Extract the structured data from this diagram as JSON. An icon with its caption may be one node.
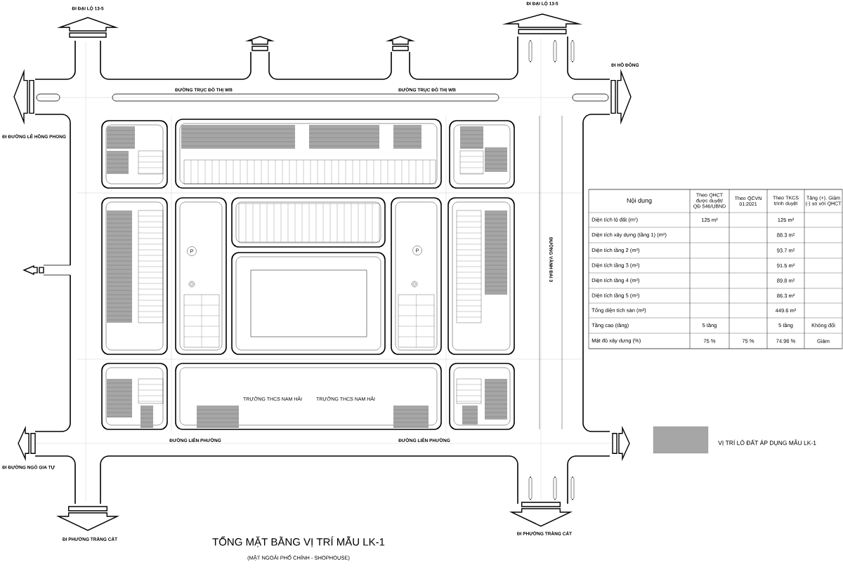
{
  "diagram": {
    "title": "TỔNG MẶT BẰNG VỊ TRÍ MẪU LK-1",
    "caption": "(MẶT NGOẢI PHỐ CHÍNH - SHOPHOUSE)",
    "labels": [
      "ĐI ĐẠI LỘ 13-5",
      "ĐI ĐẠI LỘ 13-5",
      "ĐI HỒ ĐÔNG",
      "ĐI ĐƯỜNG LÊ HỒNG PHONG",
      "ĐƯỜNG TRỤC ĐÔ THỊ WB",
      "ĐƯỜNG TRỤC ĐÔ THỊ WB",
      "P",
      "P",
      "ĐƯỜNG VÀNH ĐAI 3",
      "TRƯỜNG THCS NAM HẢI",
      "TRƯỜNG THCS NAM HẢI",
      "ĐƯỜNG LIÊN PHƯỜNG",
      "ĐƯỜNG LIÊN PHƯỜNG",
      "ĐI ĐƯỜNG NGÔ GIA TỰ",
      "ĐI PHƯỜNG TRÀNG CÁT",
      "ĐI PHƯỜNG TRÀNG CÁT",
      "Nội dung",
      "Theo QHCT được duyệt/ QĐ 546/UBND",
      "Theo QCVN 01:2021",
      "Theo TKCS trình duyệt",
      "Tăng (+), Giảm (-) so với QHCT",
      "Diện tích lô đất (m²)",
      "125 m²",
      "125 m²",
      "Diện tích xây dựng (tầng 1) (m²)",
      "88.3 m²",
      "Diện tích tầng 2 (m²)",
      "93.7 m²",
      "Diện tích tầng 3 (m²)",
      "91.5 m²",
      "Diện tích tầng 4 (m²)",
      "89.8 m²",
      "Diện tích tầng 5 (m²)",
      "86.3 m²",
      "Tổng diện tích sàn (m²)",
      "449.6 m²",
      "Tầng cao (tầng)",
      "5 tầng",
      "5 tầng",
      "Không đổi",
      "Mật độ xây dựng (%)",
      "75 %",
      "75 %",
      "74.96 %",
      "Giảm"
    ],
    "legend": [
      {
        "text": "VỊ TRÍ LÔ ĐẤT ÁP DỤNG MẪU LK-1",
        "color": "#a6a6a6"
      }
    ]
  }
}
